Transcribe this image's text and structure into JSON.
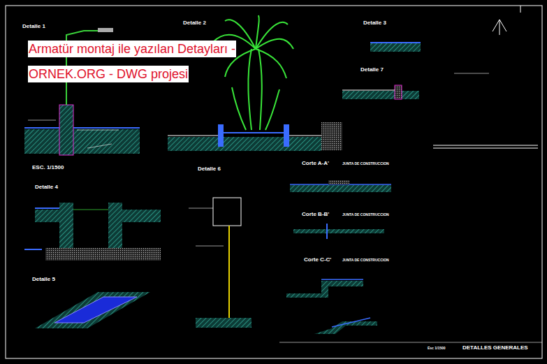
{
  "diagram": {
    "title": "DETALLES GENERALES",
    "labels": [
      "Armatür montaj ile yazılan Detayları - ORNEK.ORG - DWG projesi",
      "Detalle 1",
      "Detalle 2",
      "Detalle 3",
      "Detalle 7",
      "ESC. 1/1500",
      "Detalle 6",
      "Detalle 4",
      "Detalle 5",
      "Corte A-A'",
      "JUNTA DE CONSTRUCCION",
      "Corte B-B'",
      "JUNTA DE CONSTRUCCION",
      "Corte C-C'",
      "JUNTA DE CONSTRUCCION",
      "Esc 1/1500"
    ]
  }
}
